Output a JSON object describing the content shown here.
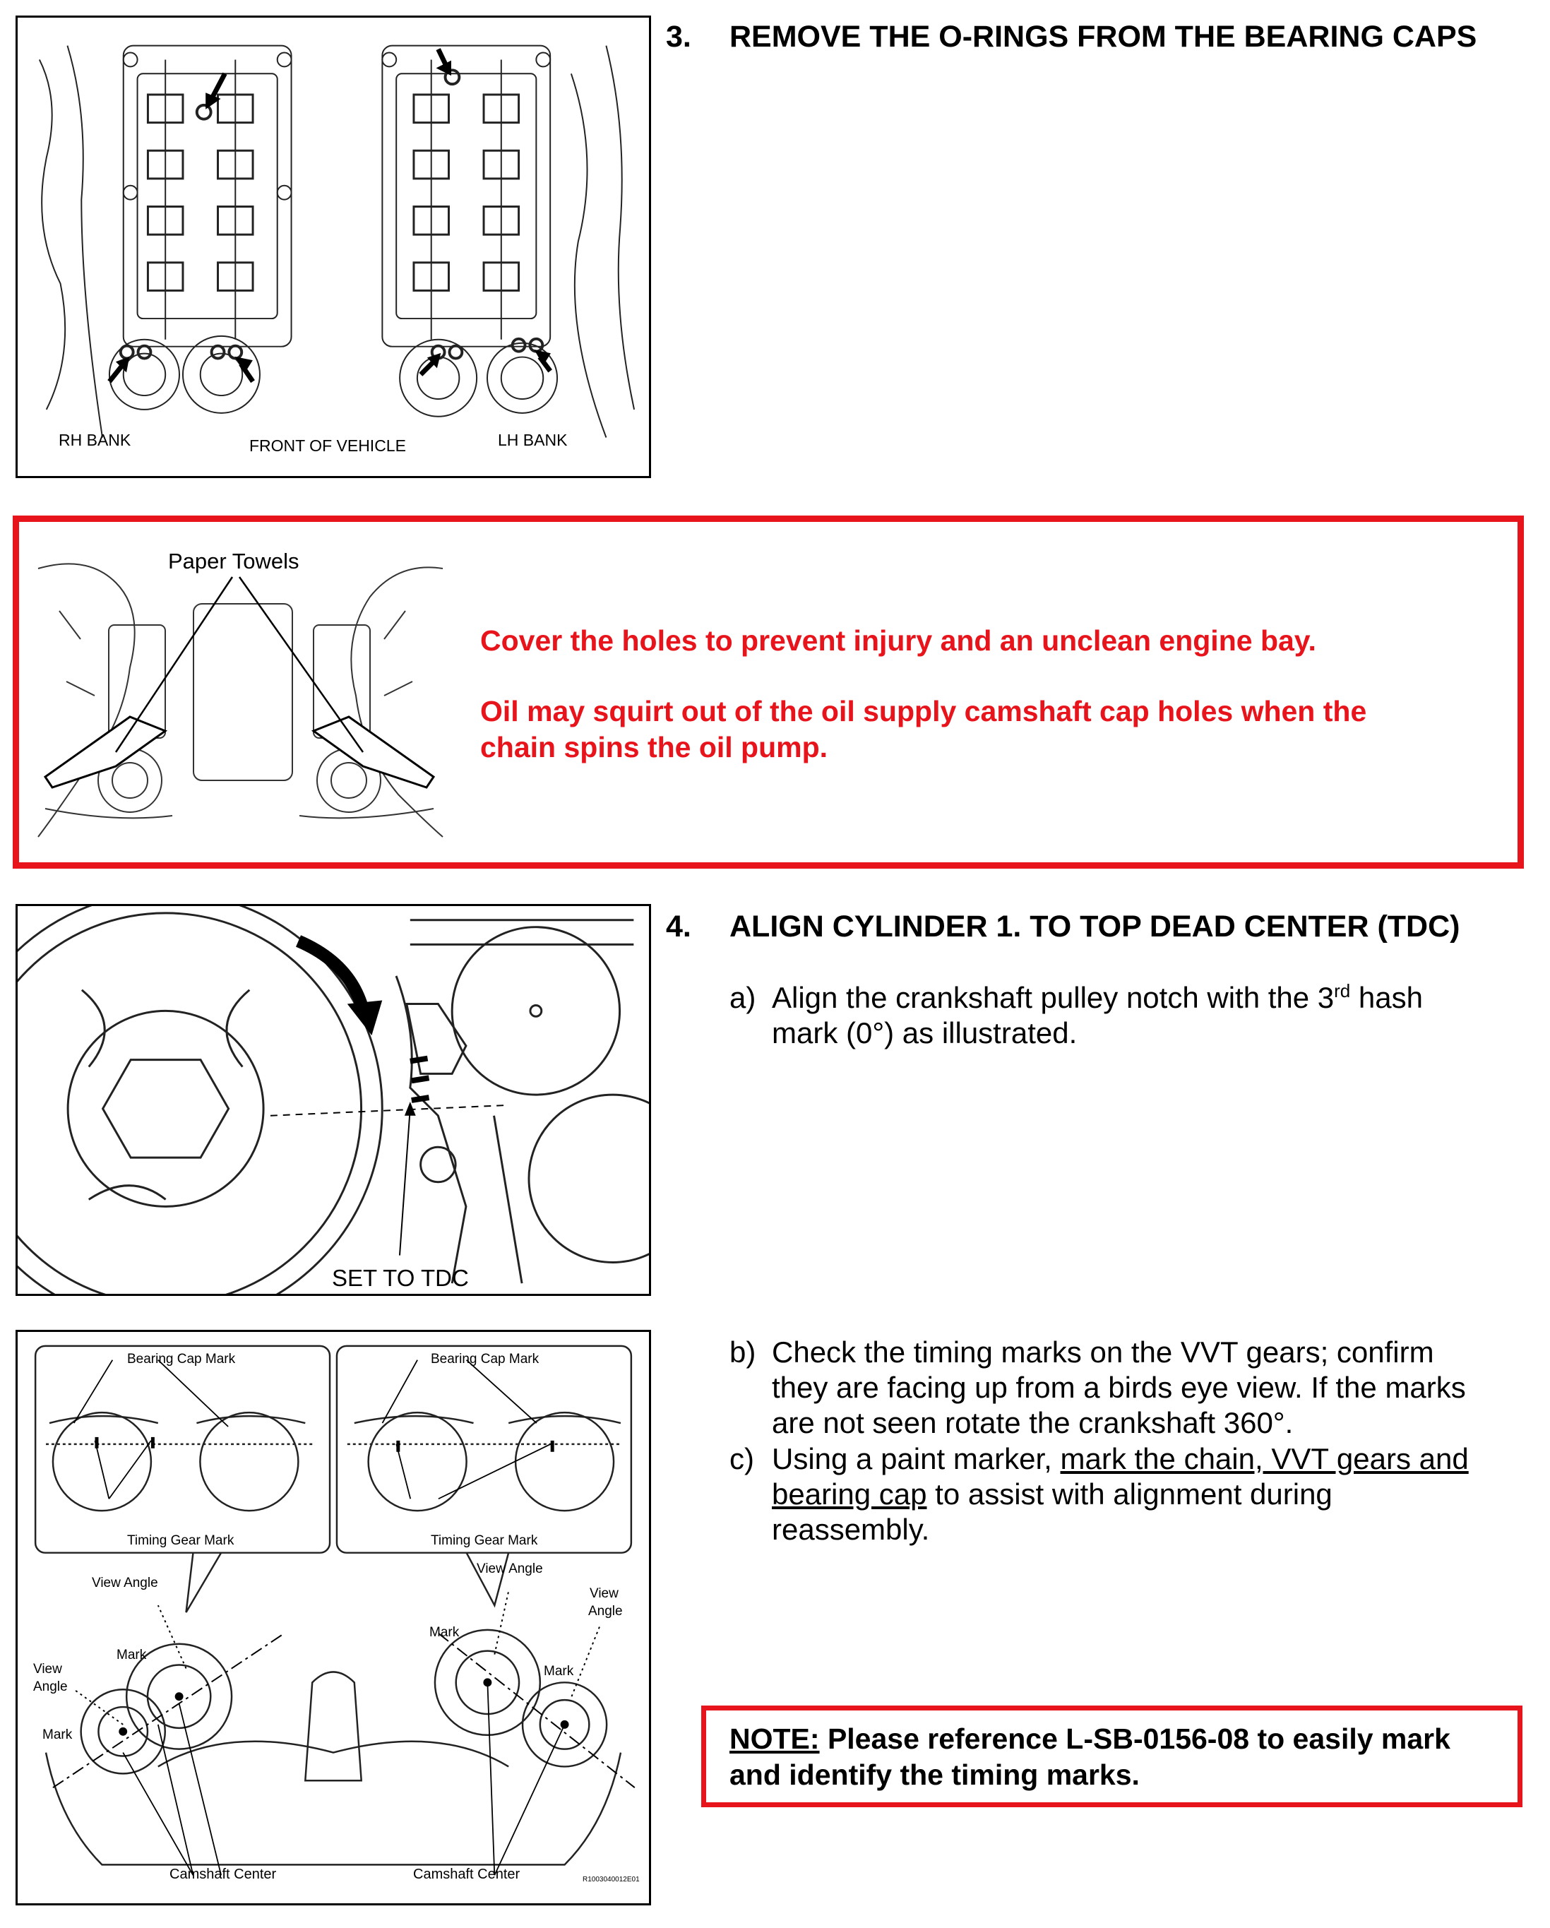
{
  "section3": {
    "number": "3.",
    "title": "REMOVE THE O-RINGS FROM THE BEARING CAPS",
    "figure": {
      "rh_bank_label": "RH BANK",
      "front_label": "FRONT OF VEHICLE",
      "lh_bank_label": "LH BANK"
    }
  },
  "warning": {
    "figure_label": "Paper Towels",
    "line1": "Cover the holes to prevent injury and an unclean engine bay.",
    "line2": "Oil may squirt out of the oil supply camshaft cap holes when the",
    "line3": "chain spins the oil pump.",
    "color": "#e8141c"
  },
  "section4": {
    "number": "4.",
    "title": "ALIGN CYLINDER 1. TO TOP DEAD CENTER (TDC)",
    "figure": {
      "tdc_label": "SET TO TDC"
    },
    "step_a": {
      "letter": "a)",
      "text_pre": "Align the crankshaft pulley notch with the 3",
      "superscript": "rd",
      "text_post": " hash",
      "line2": "mark (0°) as illustrated."
    },
    "step_b": {
      "letter": "b)",
      "line1": "Check the timing marks on the VVT gears; confirm",
      "line2": "they are facing up from a birds eye view. If the marks",
      "line3": "are not seen rotate the crankshaft 360°."
    },
    "step_c": {
      "letter": "c)",
      "line1_pre": "Using a paint marker, ",
      "line1_underlined": "mark the chain, VVT gears and",
      "line2_underlined": "bearing cap",
      "line2_post": " to assist with alignment during",
      "line3": "reassembly."
    },
    "timing_figure": {
      "bearing_cap_mark_left": "Bearing Cap Mark",
      "bearing_cap_mark_right": "Bearing Cap Mark",
      "timing_gear_mark_left": "Timing Gear Mark",
      "timing_gear_mark_right": "Timing Gear Mark",
      "view_angle_1": "View Angle",
      "view_angle_2": "View Angle",
      "view_angle_3_line1": "View",
      "view_angle_3_line2": "Angle",
      "view_angle_4_line1": "View",
      "view_angle_4_line2": "Angle",
      "mark_1": "Mark",
      "mark_2": "Mark",
      "mark_3": "Mark",
      "mark_4": "Mark",
      "camshaft_center_left": "Camshaft Center",
      "camshaft_center_right": "Camshaft Center",
      "figure_code": "R1003040012E01"
    }
  },
  "note": {
    "label": "NOTE:",
    "text": " Please reference L-SB-0156-08 to easily mark",
    "line2": "and identify the timing marks."
  }
}
